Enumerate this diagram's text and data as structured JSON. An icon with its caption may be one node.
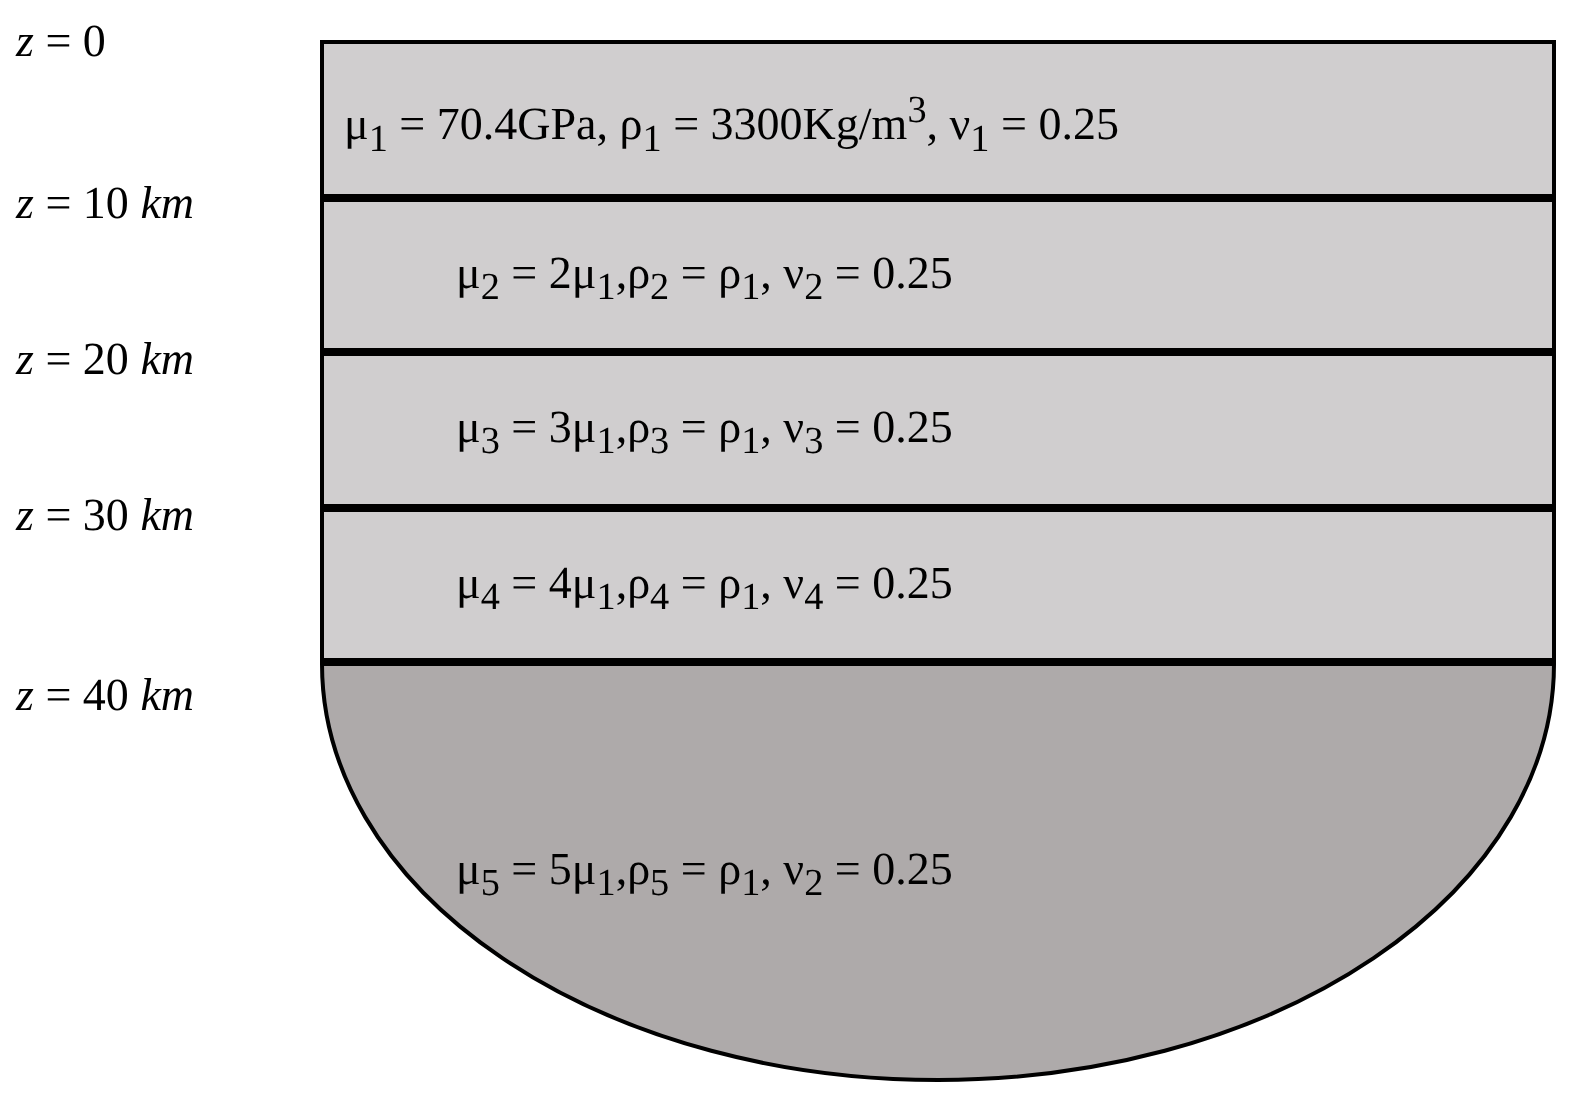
{
  "diagram": {
    "nodes": [
      {
        "text": [
          "μ$_{1}$ = 70.4GPa, ρ$_{1}$ = 3300Kg/m$^{3}$, ν$_{1}$ = 0.25"
        ]
      },
      {
        "text": [
          "μ$_{2}$ = 2μ$_{1}$,ρ$_{2}$ = ρ$_{1}$, ν$_{2}$ = 0.25"
        ]
      },
      {
        "text": [
          "μ$_{3}$ = 3μ$_{1}$,ρ$_{3}$ = ρ$_{1}$, ν$_{3}$ = 0.25"
        ]
      },
      {
        "text": [
          "μ$_{4}$ = 4μ$_{1}$,ρ$_{4}$ = ρ$_{1}$, ν$_{4}$ = 0.25"
        ]
      },
      {
        "text": [
          "μ$_{5}$ = 5μ$_{1}$,ρ$_{5}$ = ρ$_{1}$, ν$_{2}$ = 0.25"
        ]
      }
    ],
    "labels": [
      "*z* = 0",
      "*z* = 10 *km*",
      "*z* = 20 *km*",
      "*z* = 30 *km*",
      "*z* = 40 *km*"
    ]
  }
}
